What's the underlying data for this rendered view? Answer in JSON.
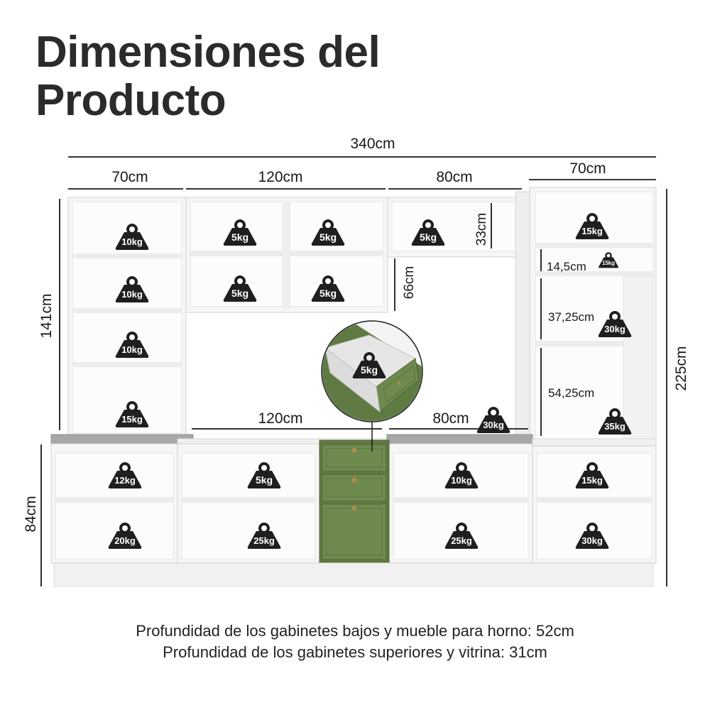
{
  "title": {
    "line1": "Dimensiones del",
    "line2": "Producto"
  },
  "dimensions": {
    "total_width": "340cm",
    "upper_left_width": "70cm",
    "upper_center_width": "120cm",
    "upper_hood_width": "80cm",
    "upper_right_width": "70cm",
    "left_height": "141cm",
    "hood_shelf_height": "33cm",
    "hood_gap_height": "66cm",
    "total_height": "225cm",
    "base_height": "84cm",
    "counter_center_width": "120cm",
    "counter_right_width": "80cm",
    "tower_gap_1": "14,5cm",
    "tower_gap_2": "37,25cm",
    "tower_gap_3": "54,25cm"
  },
  "loads": {
    "left_shelf_1": "10kg",
    "left_shelf_2": "10kg",
    "left_shelf_3": "10kg",
    "left_shelf_4": "15kg",
    "upper_center_1": "5kg",
    "upper_center_2": "5kg",
    "upper_center_3": "5kg",
    "upper_center_4": "5kg",
    "hood_shelf": "5kg",
    "tower_top": "15kg",
    "tower_small": "15kg",
    "tower_mid": "30kg",
    "tower_bottom": "35kg",
    "counter_right": "30kg",
    "drawer": "5kg",
    "base_1_top": "12kg",
    "base_1_bottom": "20kg",
    "base_2_top": "5kg",
    "base_2_bottom": "25kg",
    "base_4_top": "10kg",
    "base_4_bottom": "25kg",
    "base_5_top": "15kg",
    "base_5_bottom": "30kg"
  },
  "footer": {
    "line1": "Profundidad de los gabinetes bajos y mueble para horno: 52cm",
    "line2": "Profundidad de los gabinetes superiores y vitrina: 31cm"
  },
  "colors": {
    "cabinet_white": "#f6f6f6",
    "cabinet_edge": "#d4d4d4",
    "countertop": "#a7a7a7",
    "green_front": "#6f8a4e",
    "weight_icon": "#1f1f1f",
    "dimension_line": "#1a1a1a"
  }
}
